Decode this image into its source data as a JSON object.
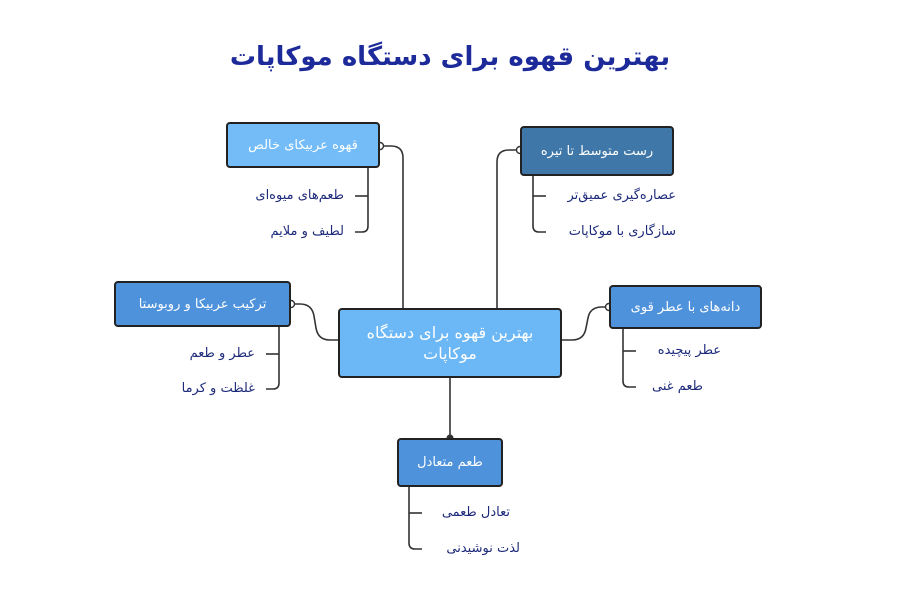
{
  "title": "بهترین قهوه برای دستگاه موکاپات",
  "center": {
    "label": "بهترین قهوه برای دستگاه موکاپات"
  },
  "branches": [
    {
      "label": "قهوه عربیکای خالص",
      "items": [
        "طعم‌های میوه‌ای",
        "لطیف و ملایم"
      ]
    },
    {
      "label": "رست متوسط تا تیره",
      "items": [
        "عصاره‌گیری عمیق‌تر",
        "سازگاری با موکاپات"
      ]
    },
    {
      "label": "ترکیب عربیکا و روبوستا",
      "items": [
        "عطر و طعم",
        "غلظت و کرما"
      ]
    },
    {
      "label": "دانه‌های با عطر قوی",
      "items": [
        "عطر پیچیده",
        "طعم غنی"
      ]
    },
    {
      "label": "طعم متعادل",
      "items": [
        "تعادل طعمی",
        "لذت نوشیدنی"
      ]
    }
  ],
  "colors": {
    "title": "#1d2a9a",
    "center": "#6cb7f6",
    "light": "#73bcf8",
    "mid": "#4e92dc",
    "dark": "#3f77a9",
    "leaf_text": "#1d2a7a"
  }
}
